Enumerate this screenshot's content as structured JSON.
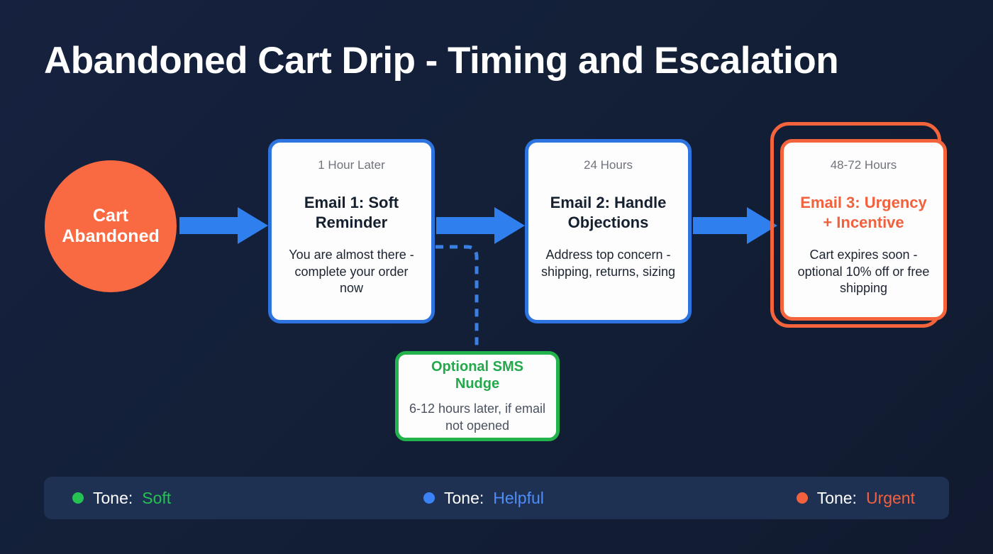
{
  "page": {
    "title": "Abandoned Cart Drip - Timing and Escalation",
    "background_color": "#132038"
  },
  "start_node": {
    "label_line1": "Cart",
    "label_line2": "Abandoned",
    "color": "#f96a43"
  },
  "steps": [
    {
      "time": "1 Hour Later",
      "title": "Email 1: Soft Reminder",
      "description": "You are almost there - complete your order now",
      "accent": "#2d74e0",
      "highlighted": false
    },
    {
      "time": "24 Hours",
      "title": "Email 2: Handle Objections",
      "description": "Address top concern - shipping, returns, sizing",
      "accent": "#2d74e0",
      "highlighted": false
    },
    {
      "time": "48-72 Hours",
      "title": "Email 3: Urgency + Incentive",
      "description": "Cart expires soon - optional 10% off or free shipping",
      "accent": "#f4643c",
      "highlighted": true
    }
  ],
  "branch": {
    "title": "Optional SMS Nudge",
    "description": "6-12 hours later, if email not opened",
    "accent": "#23a94c"
  },
  "legend": {
    "items": [
      {
        "label": "Tone:",
        "value": "Soft",
        "color": "#25c152"
      },
      {
        "label": "Tone:",
        "value": "Helpful",
        "color": "#3b82f6"
      },
      {
        "label": "Tone:",
        "value": "Urgent",
        "color": "#f2613e"
      }
    ]
  },
  "connectors": {
    "arrow_color": "#2f7fef",
    "dashed_color": "#3b7fe0"
  }
}
